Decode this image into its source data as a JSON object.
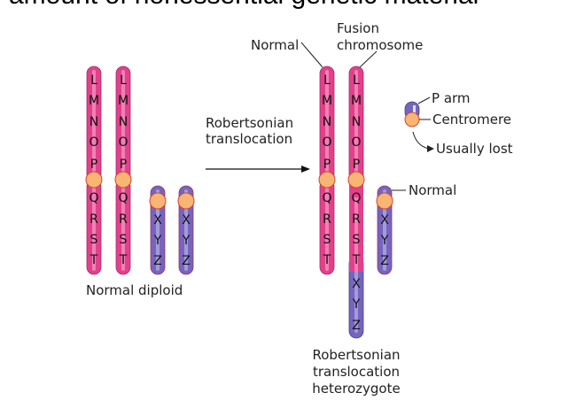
{
  "header_text": "amount of nonessential genetic material",
  "colors": {
    "pink": "#e2408a",
    "pink_light": "#f391be",
    "purple": "#7565bd",
    "purple_light": "#b1a6e0",
    "centromere": "#f8b574",
    "centromere_stroke": "#d2452f"
  },
  "labels": {
    "normal_diploid": "Normal diploid",
    "process": [
      "Robertsonian",
      "translocation"
    ],
    "normal_top": "Normal",
    "fusion": [
      "Fusion",
      "chromosome"
    ],
    "normal_right": "Normal",
    "heterozygote": [
      "Robertsonian",
      "translocation",
      "heterozygote"
    ],
    "legend_p_arm": "P arm",
    "legend_centromere": "Centromere",
    "legend_lost": "Usually lost"
  },
  "chromosomes": {
    "large": {
      "p_arm": [
        "L",
        "M",
        "N",
        "O",
        "P"
      ],
      "q_arm": [
        "Q",
        "R",
        "S",
        "T"
      ]
    },
    "small": {
      "q_arm": [
        "X",
        "Y",
        "Z"
      ]
    },
    "fusion": {
      "p_arm": [
        "L",
        "M",
        "N",
        "O",
        "P"
      ],
      "q_arm": [
        "Q",
        "R",
        "S",
        "T"
      ],
      "fused_q_arm": [
        "X",
        "Y",
        "Z"
      ]
    }
  }
}
